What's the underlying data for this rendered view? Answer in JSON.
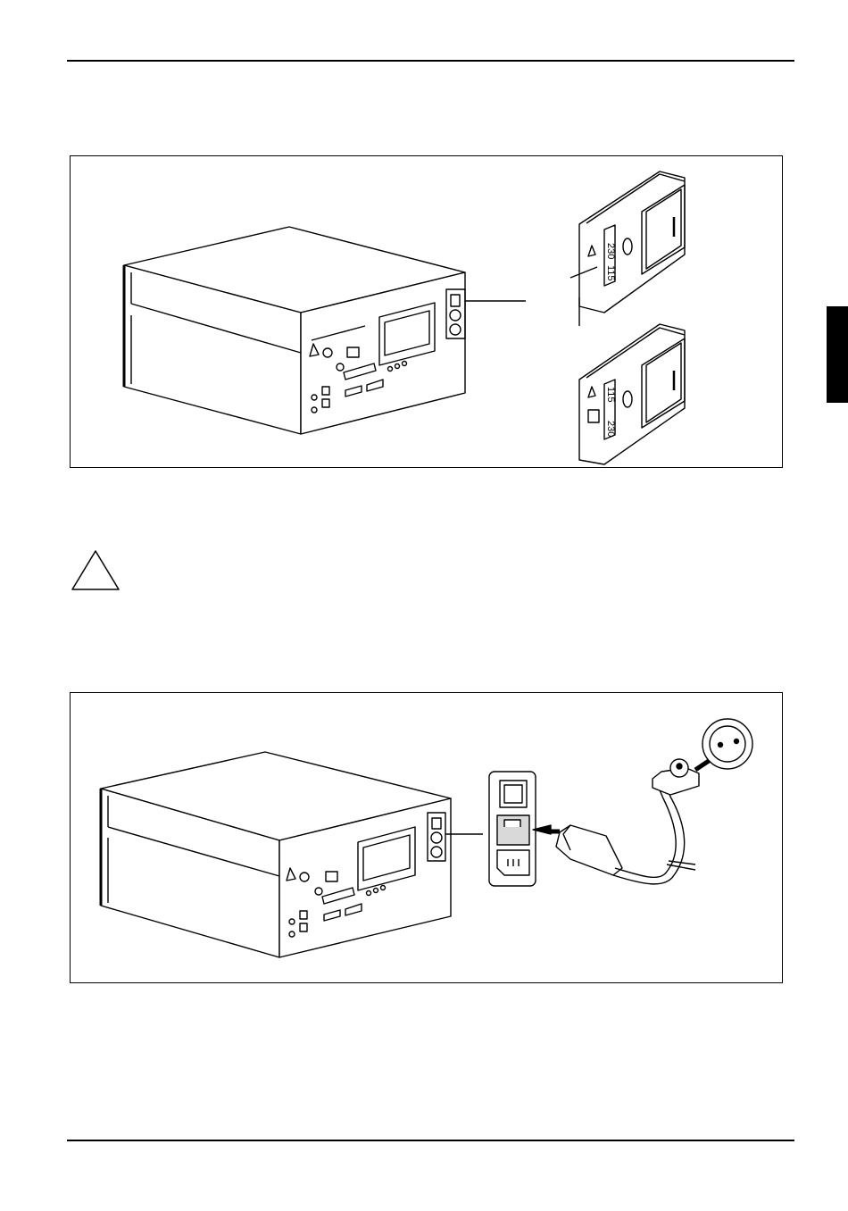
{
  "page": {
    "header_rule": "top",
    "footer_rule": "bottom"
  },
  "figure1": {
    "switch_top": {
      "label_a": "230",
      "label_b": "115",
      "off_symbol": "O",
      "on_symbol": "I"
    },
    "switch_bottom": {
      "label_a": "115",
      "label_b": "230",
      "off_symbol": "O",
      "on_symbol": "I"
    }
  },
  "warning": {
    "icon": "warning-triangle-icon"
  },
  "figure2": {
    "icons": [
      "computer-rear-icon",
      "power-inlet-icon",
      "power-cord-icon",
      "wall-socket-icon"
    ]
  },
  "colors": {
    "ink": "#000000",
    "paper": "#ffffff",
    "shade": "#d9d9d9"
  }
}
